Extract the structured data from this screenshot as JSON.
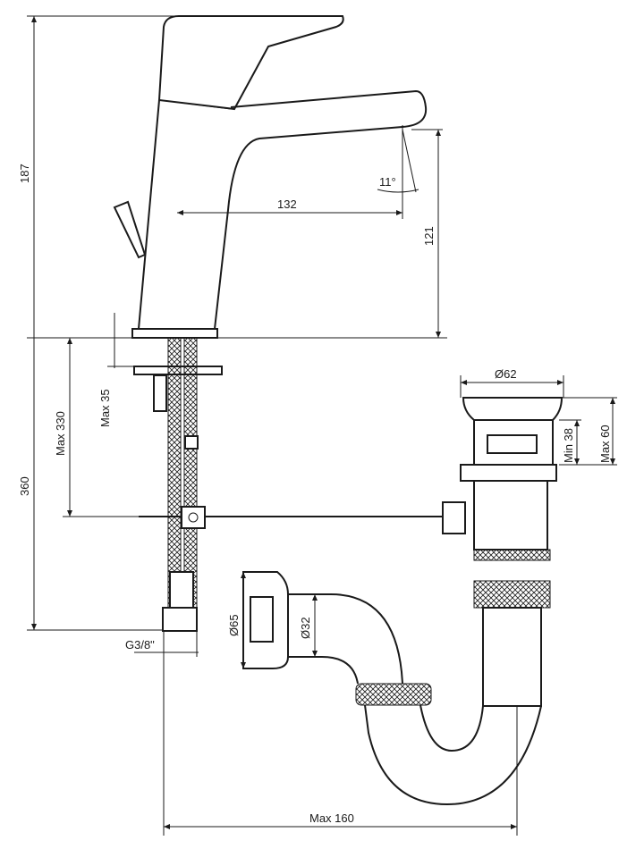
{
  "dimensions": {
    "height_total_tap": "187",
    "spout_reach": "132",
    "spout_angle": "11°",
    "spout_height": "121",
    "max_35": "Max 35",
    "max_330": "Max 330",
    "height_360": "360",
    "waste_diameter": "Ø62",
    "min_38": "Min 38",
    "max_60": "Max 60",
    "wall_outlet_diameter": "Ø65",
    "pipe_diameter": "Ø32",
    "thread": "G3/8\"",
    "max_160": "Max 160"
  }
}
